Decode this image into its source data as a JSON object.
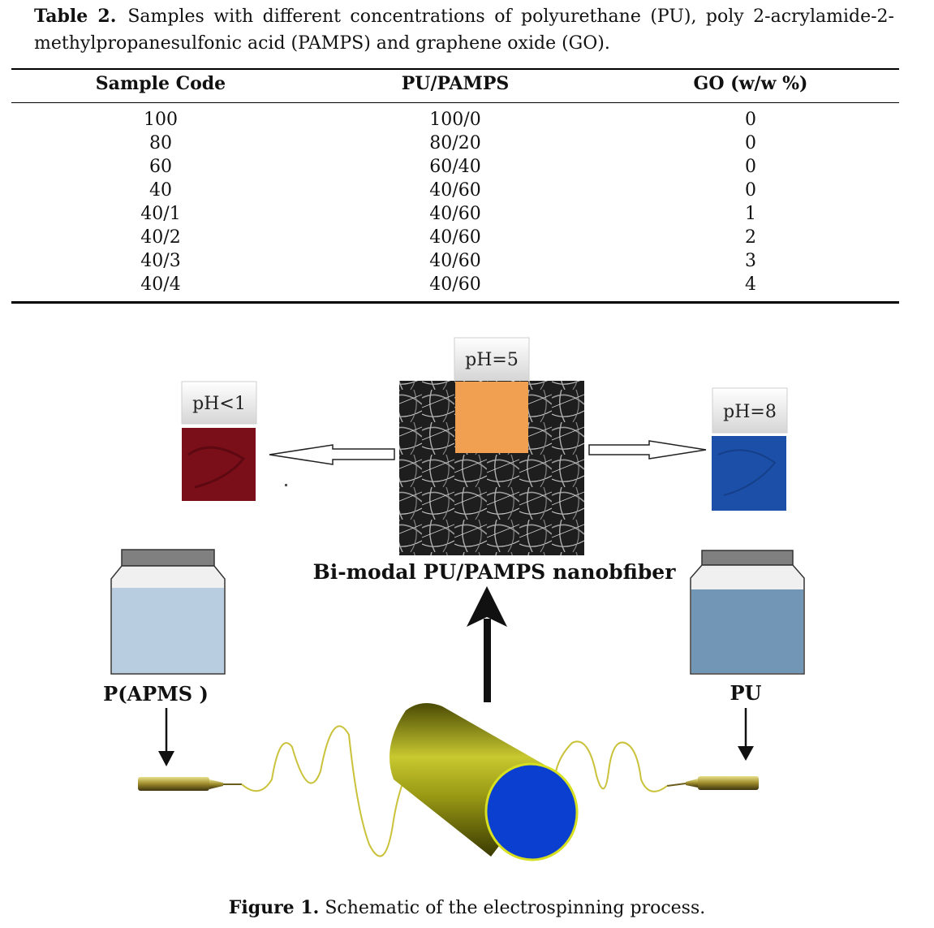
{
  "table": {
    "label": "Table 2.",
    "caption": "Samples with different concentrations of polyurethane (PU), poly 2-acrylamide-2-methylpropanesulfonic acid (PAMPS) and graphene oxide (GO).",
    "headers": [
      "Sample Code",
      "PU/PAMPS",
      "GO (w/w %)"
    ],
    "rows": [
      [
        "100",
        "100/0",
        "0"
      ],
      [
        "80",
        "80/20",
        "0"
      ],
      [
        "60",
        "60/40",
        "0"
      ],
      [
        "40",
        "40/60",
        "0"
      ],
      [
        "40/1",
        "40/60",
        "1"
      ],
      [
        "40/2",
        "40/60",
        "2"
      ],
      [
        "40/3",
        "40/60",
        "3"
      ],
      [
        "40/4",
        "40/60",
        "4"
      ]
    ]
  },
  "figure": {
    "ph_left": "pH<1",
    "ph_center": "pH=5",
    "ph_right": "pH=8",
    "fiber_label": "Bi-modal PU/PAMPS nanobfiber",
    "left_solution": "P(APMS )",
    "right_solution": "PU",
    "caption_label": "Figure 1.",
    "caption_text": "Schematic of the electrospinning process.",
    "colors": {
      "swatch_acid": "#7a0f1a",
      "swatch_neutral": "#f0a050",
      "swatch_base": "#1c4fa8",
      "liquid_left": "#b9cde0",
      "liquid_right": "#7296b5",
      "collector_body": "#8f8f12",
      "collector_face": "#0a3fd0"
    }
  }
}
